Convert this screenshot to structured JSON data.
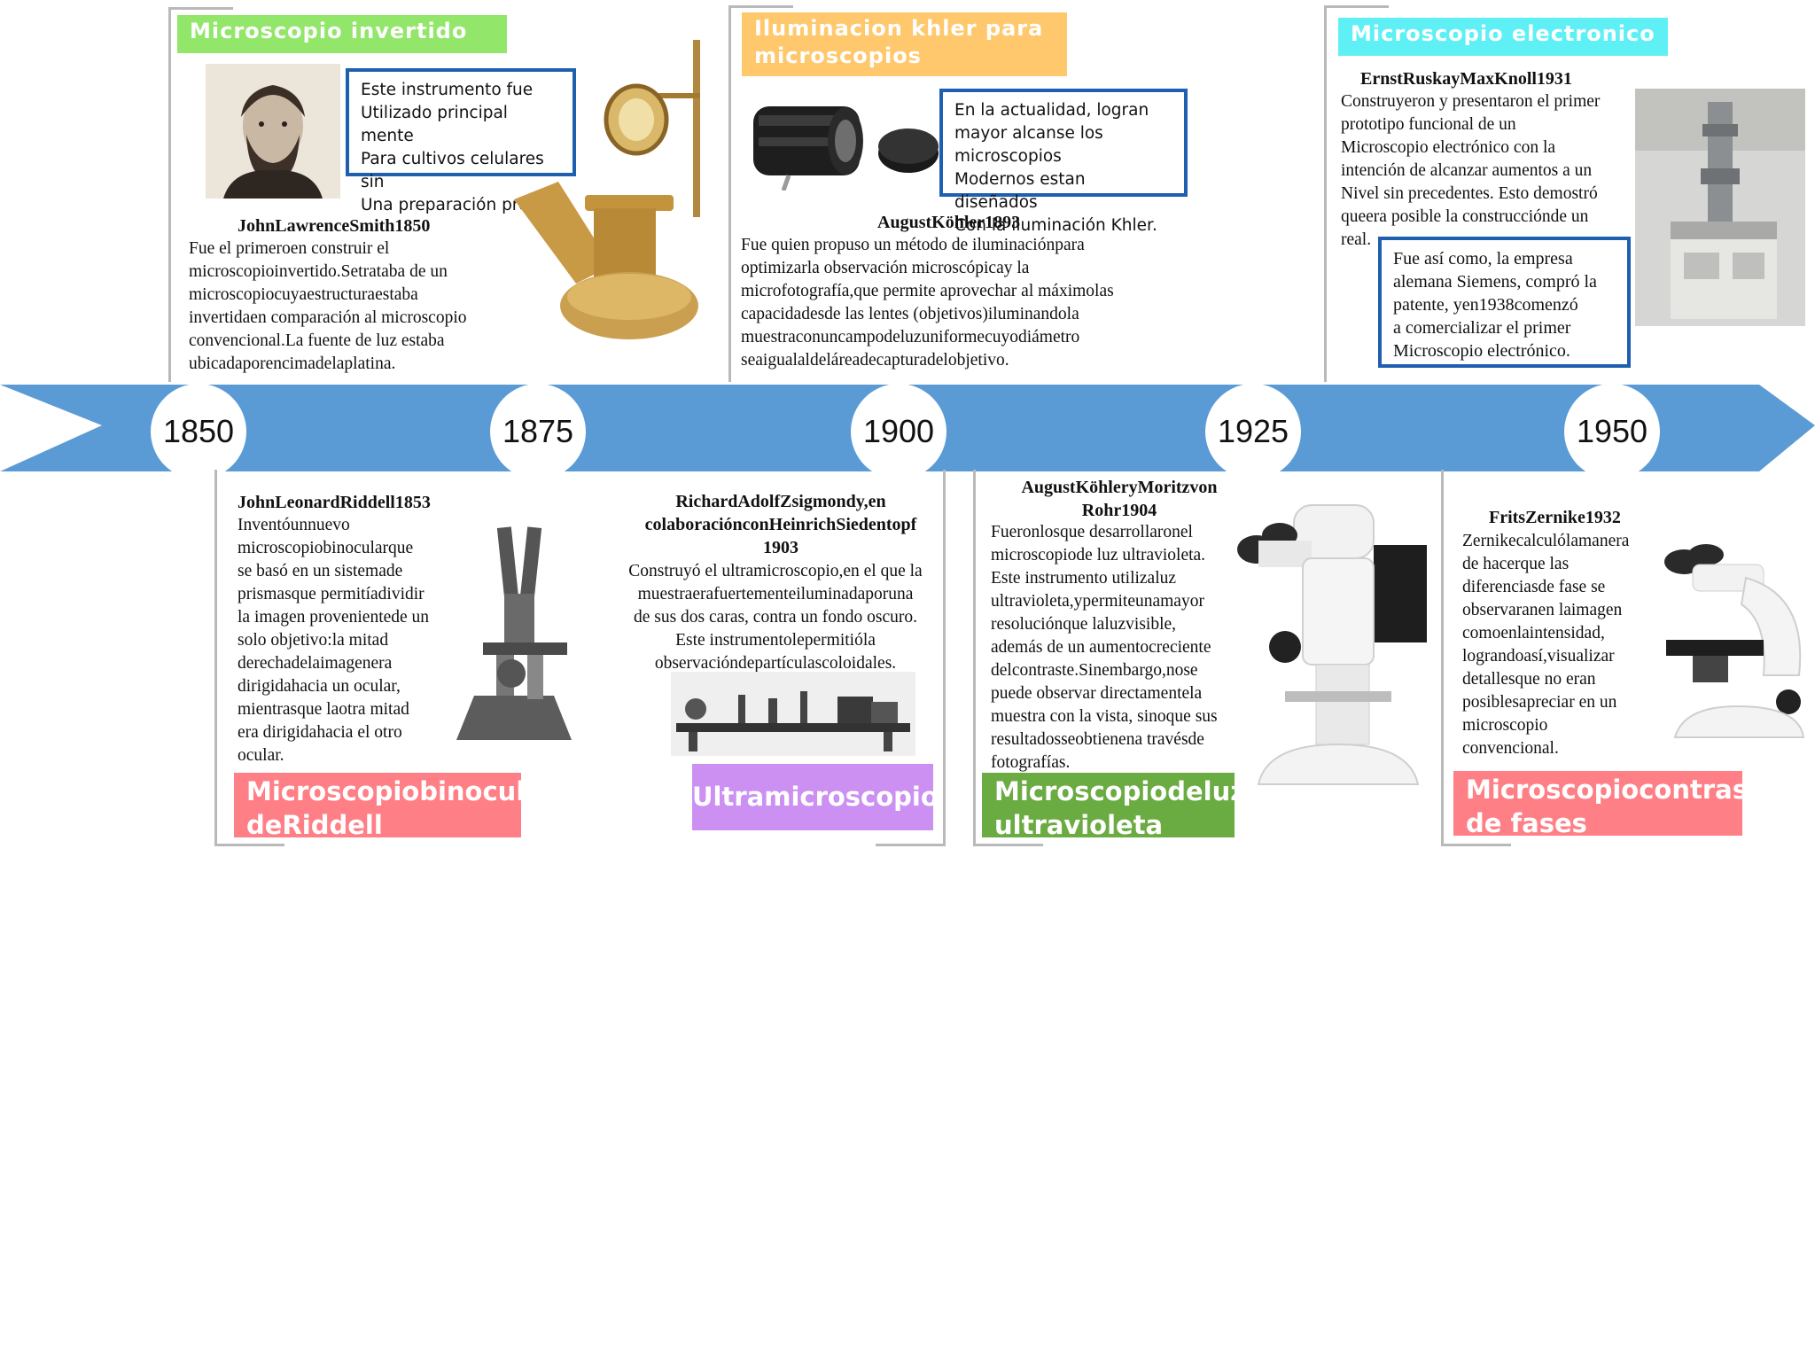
{
  "colors": {
    "timeline": "#5b9bd5",
    "green": "#92e66a",
    "orange": "#ffc86d",
    "cyan": "#5ef0f5",
    "pink": "#ff7f86",
    "purple": "#cc90f3",
    "dark_green": "#6aab42",
    "callout_border": "#1f5fb0"
  },
  "timeline": {
    "years": [
      "1850",
      "1875",
      "1900",
      "1925",
      "1950"
    ]
  },
  "top": [
    {
      "header": "Microscopio  invertido",
      "callout": "Este instrumento fue\nUtilizado principal mente\nPara cultivos  celulares sin\nUna preparación previa.",
      "title": "JohnLawrenceSmith1850",
      "text": "Fue el primeroen construir el\nmicroscopioinvertido.Setrataba de un\nmicroscopiocuyaestructuraestaba\ninvertidaen comparación al microscopio\nconvencional.La fuente de luz estaba\nubicadaporencimadelaplatina.",
      "images": [
        "portrait-photo",
        "inverted-microscope-photo"
      ]
    },
    {
      "header": "Iluminacion  khler  para\nmicroscopios",
      "callout": "En la actualidad, logran\nmayor alcanse los microscopios\nModernos estan diseñados\nCon la iluminación Khler.",
      "title": "AugustKöhler1893",
      "text": "Fue quien propuso un método de iluminaciónpara\noptimizarla observación microscópicay la\nmicrofotografía,que permite aprovechar al máximolas\ncapacidadesde las lentes (objetivos)iluminandola\nmuestraconuncampodeluzuniformecuyodiámetro\nseaigualaldeláreadecapturadelobjetivo.",
      "images": [
        "condenser-lens-photo"
      ]
    },
    {
      "header": "Microscopio  electronico",
      "callout": "Fue así como, la empresa\nalemana Siemens, compró la\npatente, yen1938comenzó\na comercializar el primer\nMicroscopio electrónico.",
      "title": "ErnstRuskayMaxKnoll1931",
      "text": "Construyeron y presentaron el primer\nprototipo funcional de un\nMicroscopio electrónico con la\nintención de alcanzar aumentos a un\nNivel sin precedentes. Esto demostró\nqueera posible la construcciónde un\nreal.",
      "images": [
        "electron-microscope-photo"
      ]
    }
  ],
  "bottom": [
    {
      "title": "JohnLeonardRiddell1853",
      "text": "Inventóunnuevo\nmicroscopiobinocularque\nse basó en un sistemade\nprismasque permitíadividir\nla imagen provenientede un\nsolo objetivo:la mitad\nderechadelaimagenera\ndirigidahacia un ocular,\nmientrasque laotra mitad\nera dirigidahacia el otro\nocular.",
      "label": "Microscopiobinocular\ndeRiddell",
      "images": [
        "binocular-microscope-engraving"
      ]
    },
    {
      "title": "RichardAdolfZsigmondy,en\ncolaboraciónconHeinrichSiedentopf\n1903",
      "text": "Construyó el ultramicroscopio,en el que la\nmuestraerafuertementeiluminadaporuna\nde sus dos caras, contra un fondo oscuro.\nEste instrumentolepermitióla\nobservacióndepartículascoloidales.",
      "label": "Ultramicroscopio",
      "images": [
        "ultramicroscope-bench-photo"
      ]
    },
    {
      "title": "AugustKöhleryMoritzvon\nRohr1904",
      "text": "Fueronlosque desarrollaronel\nmicroscopiode luz ultravioleta.\nEste instrumento utilizaluz\nultravioleta,ypermiteunamayor\nresoluciónque laluzvisible,\nademás de un aumentocreciente\ndelcontraste.Sinembargo,nose\npuede observar directamentela\nmuestra con la vista, sinoque sus\nresultadosseobtienena travésde\nfotografías.",
      "label": "Microscopiodeluz\nultravioleta",
      "images": [
        "uv-microscope-photo"
      ]
    },
    {
      "title": "FritsZernike1932",
      "text": "Zernikecalculólamanera\nde hacerque las\ndiferenciasde fase se\nobservaranen laimagen\ncomoenlaintensidad,\nlograndoasí,visualizar\ndetallesque no eran\nposiblesapreciar en un\nmicroscopio\nconvencional.",
      "label": "Microscopiocontraste\nde fases",
      "images": [
        "phase-contrast-microscope-photo"
      ]
    }
  ]
}
